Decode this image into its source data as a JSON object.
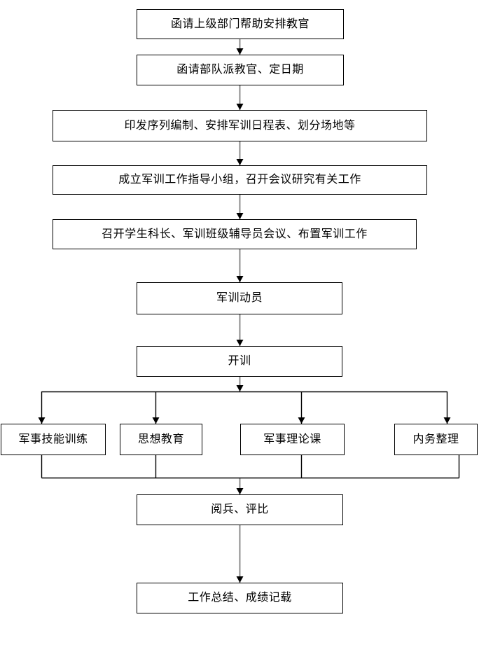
{
  "diagram": {
    "nodes": [
      {
        "id": "n1",
        "label": "函请上级部门帮助安排教官"
      },
      {
        "id": "n2",
        "label": "函请部队派教官、定日期"
      },
      {
        "id": "n3",
        "label": "印发序列编制、安排军训日程表、划分场地等"
      },
      {
        "id": "n4",
        "label": "成立军训工作指导小组，召开会议研究有关工作"
      },
      {
        "id": "n5",
        "label": "召开学生科长、军训班级辅导员会议、布置军训工作"
      },
      {
        "id": "n6",
        "label": "军训动员"
      },
      {
        "id": "n7",
        "label": "开训"
      },
      {
        "id": "n8",
        "label": "军事技能训练"
      },
      {
        "id": "n9",
        "label": "思想教育"
      },
      {
        "id": "n10",
        "label": "军事理论课"
      },
      {
        "id": "n11",
        "label": "内务整理"
      },
      {
        "id": "n12",
        "label": "阅兵、评比"
      },
      {
        "id": "n13",
        "label": "工作总结、成绩记载"
      }
    ],
    "edges": [
      {
        "from": "n1",
        "to": "n2"
      },
      {
        "from": "n2",
        "to": "n3"
      },
      {
        "from": "n3",
        "to": "n4"
      },
      {
        "from": "n4",
        "to": "n5"
      },
      {
        "from": "n5",
        "to": "n6"
      },
      {
        "from": "n6",
        "to": "n7"
      },
      {
        "from": "n7",
        "to": "n8"
      },
      {
        "from": "n7",
        "to": "n9"
      },
      {
        "from": "n7",
        "to": "n10"
      },
      {
        "from": "n7",
        "to": "n11"
      },
      {
        "from": "n8",
        "to": "n12"
      },
      {
        "from": "n9",
        "to": "n12"
      },
      {
        "from": "n10",
        "to": "n12"
      },
      {
        "from": "n11",
        "to": "n12"
      },
      {
        "from": "n12",
        "to": "n13"
      }
    ],
    "colors": {
      "background": "#ffffff",
      "box_border": "#000000",
      "box_fill": "#ffffff",
      "text": "#000000",
      "arrow_shaft": "#808080",
      "branch_lines": "#000000",
      "arrowhead": "#000000"
    }
  }
}
